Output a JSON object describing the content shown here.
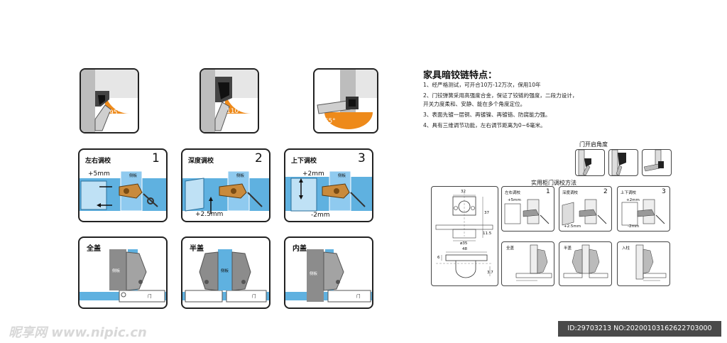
{
  "features": {
    "title": "家具暗铰链特点：",
    "items": [
      "1、经严格测试，可开合10万-12万次，保用10年",
      "2、门铰弹簧采用高强度合金，保证了铰链的强度，二段力设计，",
      "开关力度柔和、安静、能在多个角度定位。",
      "3、表面先镀一层铜、再镀镍、再镀铬、防腐能力强。",
      "4、具有三维调节功能，左右调节距离为0~6毫米。"
    ]
  },
  "angles": [
    {
      "label": "95°"
    },
    {
      "label": "110°"
    },
    {
      "label": "165°"
    }
  ],
  "adjust_panels": [
    {
      "title": "左右调校",
      "number": "1",
      "measure": "+5mm",
      "tag": "侧板"
    },
    {
      "title": "深度调校",
      "number": "2",
      "measure": "+2.5mm",
      "tag": "侧板"
    },
    {
      "title": "上下调校",
      "number": "3",
      "measure_top": "+2mm",
      "measure_bottom": "-2mm",
      "tag": "侧板"
    }
  ],
  "cover_panels": [
    {
      "title": "全盖",
      "tag": "侧板",
      "door": "门"
    },
    {
      "title": "半盖",
      "tag": "侧板",
      "door": "门"
    },
    {
      "title": "内盖",
      "tag": "侧板",
      "door": "门"
    }
  ],
  "small": {
    "opening_title": "门开启角度",
    "method_title": "实用柜门调校方法",
    "adjust": [
      {
        "title": "左右调校",
        "number": "1",
        "measure": "+5mm"
      },
      {
        "title": "深度调校",
        "number": "2",
        "measure": "+2.5mm"
      },
      {
        "title": "上下调校",
        "number": "3",
        "measure_top": "+2mm",
        "measure_bottom": "-2mm"
      }
    ],
    "cover": [
      {
        "title": "全盖"
      },
      {
        "title": "半盖"
      },
      {
        "title": "入柱"
      }
    ],
    "dims": {
      "top": "32",
      "side1": "37",
      "side2": "11.5",
      "bottom_top": "48",
      "cup": "ø35",
      "left": "6",
      "right": "3.7"
    }
  },
  "watermark": {
    "left": "昵享网 www.nipic.cn",
    "id": "ID:29703213 NO:20200103162622703000"
  },
  "colors": {
    "orange": "#ee8a1a",
    "blue": "#5fb1e0",
    "hinge": "#c98a3c",
    "gray": "#8c8c8c"
  }
}
